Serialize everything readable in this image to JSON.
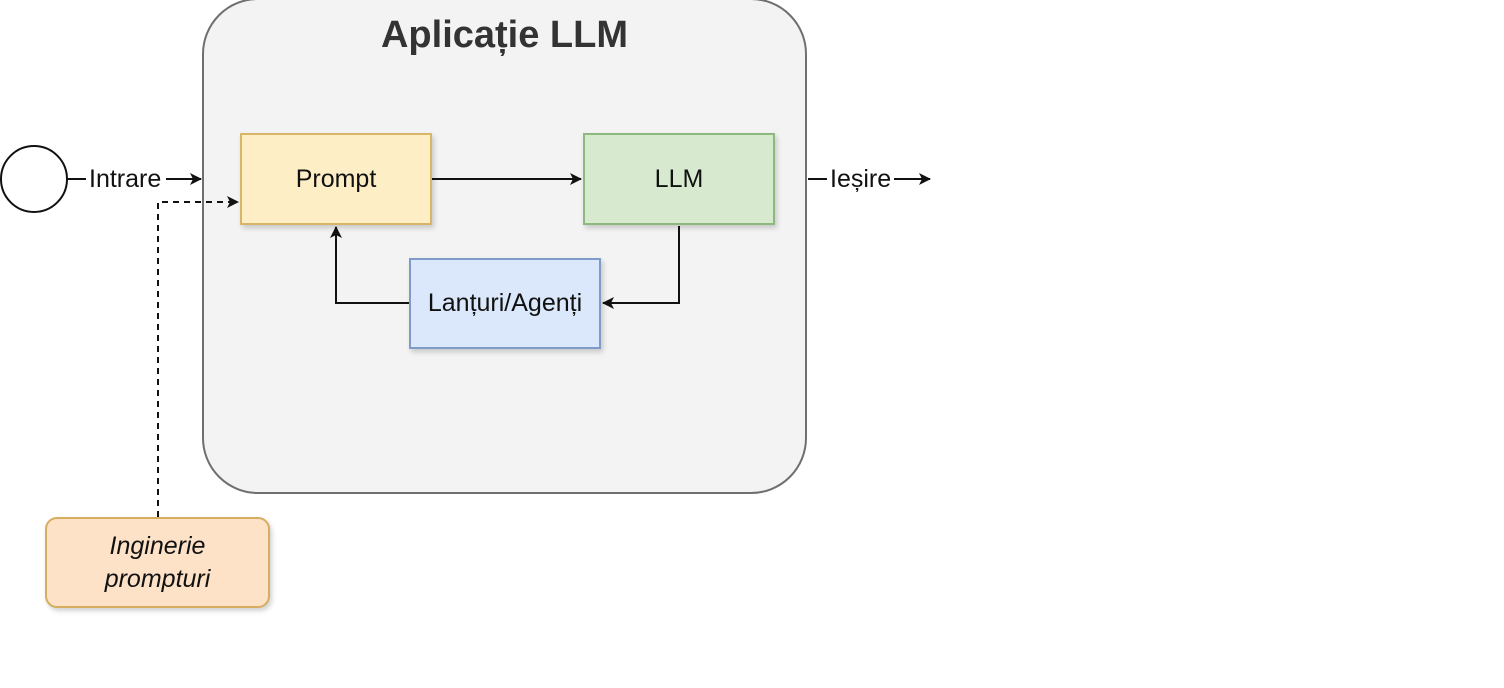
{
  "diagram": {
    "title": "Aplicație LLM",
    "nodes": {
      "prompt": "Prompt",
      "llm": "LLM",
      "chains": "Lanțuri/Agenți",
      "engineering_line1": "Inginerie",
      "engineering_line2": "prompturi"
    },
    "labels": {
      "input": "Intrare",
      "output": "Ieșire"
    },
    "colors": {
      "prompt_fill": "#fdeec5",
      "llm_fill": "#d7ead0",
      "chains_fill": "#dbe8fb",
      "engineering_fill": "#fde2c7",
      "container_fill": "#f3f3f3"
    }
  }
}
